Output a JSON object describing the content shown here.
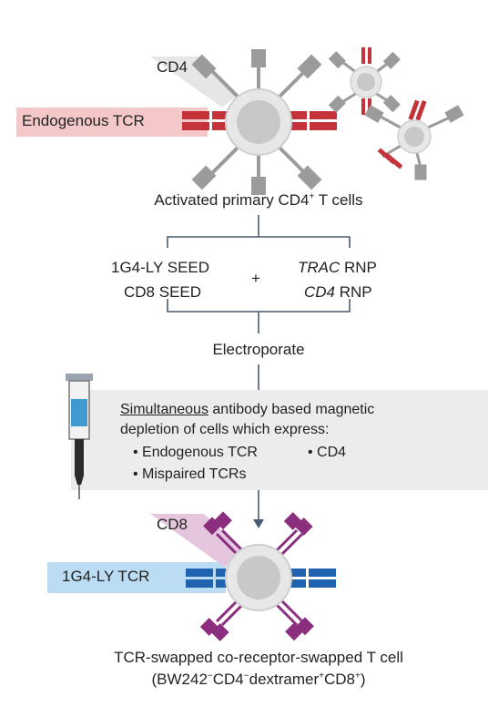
{
  "colors": {
    "endogenous_tcr": "#c5333a",
    "endogenous_band": "#f4c8c8",
    "cd4_grey": "#9b9b9b",
    "cd4_band": "#e6e6e6",
    "tcr_blue": "#1f63b0",
    "tcr_blue_band": "#bcdcf3",
    "cd8_purple": "#8b2e7e",
    "cd8_band": "#e6c5df",
    "panel_bg": "#ececec",
    "flow_line": "#4a5a72",
    "syringe_liquid": "#3e9ad0"
  },
  "top_cells": {
    "cd4_label": "CD4",
    "endogenous_tcr_label": "Endogenous TCR",
    "caption_main": "Activated primary CD4",
    "caption_sup": "+",
    "caption_tail": " T cells"
  },
  "reagents": {
    "left_line1": "1G4-LY SEED",
    "left_line2": "CD8 SEED",
    "plus": "+",
    "right_line1_italic": "TRAC",
    "right_line1_rest": " RNP",
    "right_line2_italic": "CD4",
    "right_line2_rest": " RNP"
  },
  "step": {
    "electroporate": "Electroporate"
  },
  "depletion": {
    "line1_underlined": "Simultaneous",
    "line1_rest": " antibody based magnetic",
    "line2": "depletion of cells which express:",
    "bullet1": "• Endogenous TCR",
    "bullet2": "• CD4",
    "bullet3": "• Mispaired TCRs",
    "syringe_icon": "syringe-icon"
  },
  "bottom_cell": {
    "cd8_label": "CD8",
    "tcr_label": "1G4-LY TCR",
    "caption_line1": "TCR-swapped co-receptor-swapped T cell",
    "caption_line2_open": "(BW242",
    "sup1": "−",
    "caption_cd4": "CD4",
    "sup2": "−",
    "caption_dex": "dextramer",
    "sup3": "+",
    "caption_cd8": "CD8",
    "sup4": "+",
    "caption_close": ")"
  }
}
